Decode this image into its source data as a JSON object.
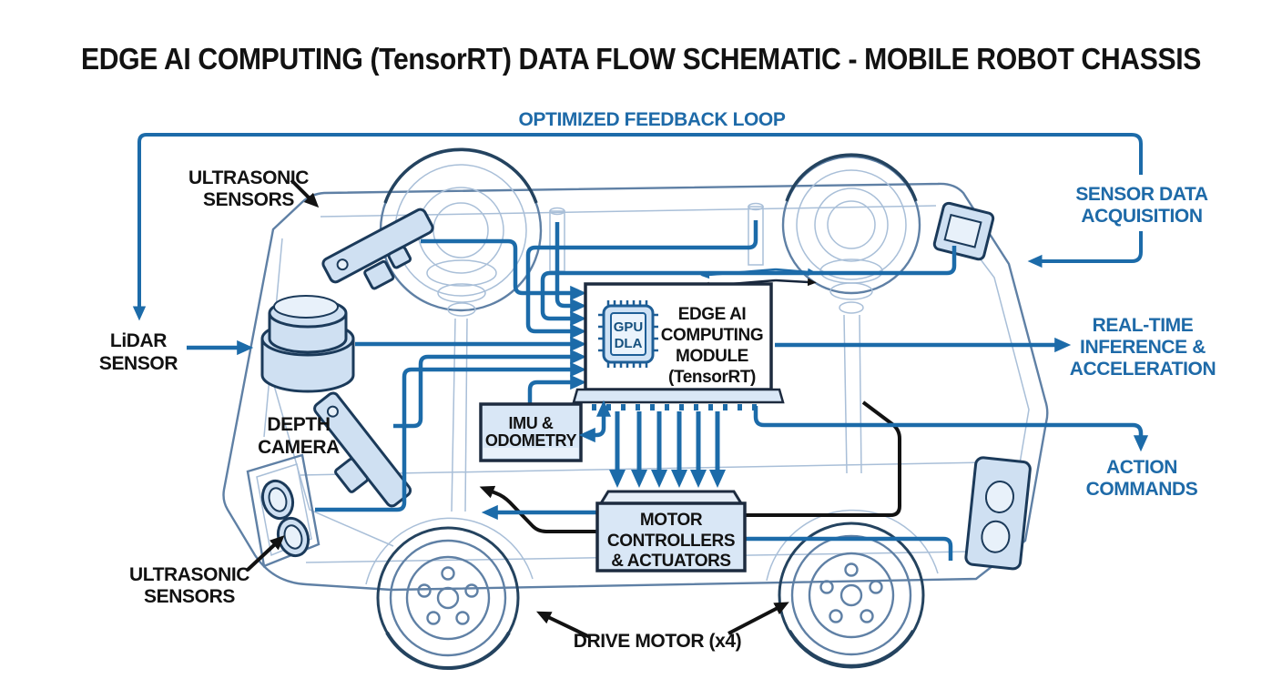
{
  "title": "EDGE AI COMPUTING (TensorRT) DATA FLOW SCHEMATIC - MOBILE ROBOT CHASSIS",
  "colors": {
    "accent": "#1c6ba9",
    "accent-text": "#1e6aa8",
    "ink": "#121212",
    "box-stroke": "#1d2b3f",
    "sensor-fill": "#cfe0f2",
    "sensor-stroke": "#1b3a5a",
    "chassis-light": "#a9bfd8",
    "chassis-mid": "#5f80a5",
    "chassis-dark": "#24435f",
    "box-fill": "#d9e7f6"
  },
  "labels": {
    "feedback_loop": "OPTIMIZED FEEDBACK LOOP",
    "sensor_data_acquisition": [
      "SENSOR DATA",
      "ACQUISITION"
    ],
    "ultrasonic_top": [
      "ULTRASONIC",
      "SENSORS"
    ],
    "lidar": [
      "LiDAR",
      "SENSOR"
    ],
    "inference": [
      "REAL-TIME",
      "INFERENCE &",
      "ACCELERATION"
    ],
    "depth_camera": [
      "DEPTH",
      "CAMERA"
    ],
    "action_commands": [
      "ACTION",
      "COMMANDS"
    ],
    "ultrasonic_bottom": [
      "ULTRASONIC",
      "SENSORS"
    ],
    "drive_motor": "DRIVE MOTOR (x4)"
  },
  "boxes": {
    "edge_ai": {
      "lines": [
        "EDGE AI",
        "COMPUTING",
        "MODULE",
        "(TensorRT)"
      ],
      "chip": [
        "GPU",
        "DLA"
      ]
    },
    "imu": {
      "lines": [
        "IMU &",
        "ODOMETRY"
      ]
    },
    "motor": {
      "lines": [
        "MOTOR",
        "CONTROLLERS",
        "& ACTUATORS"
      ]
    }
  }
}
